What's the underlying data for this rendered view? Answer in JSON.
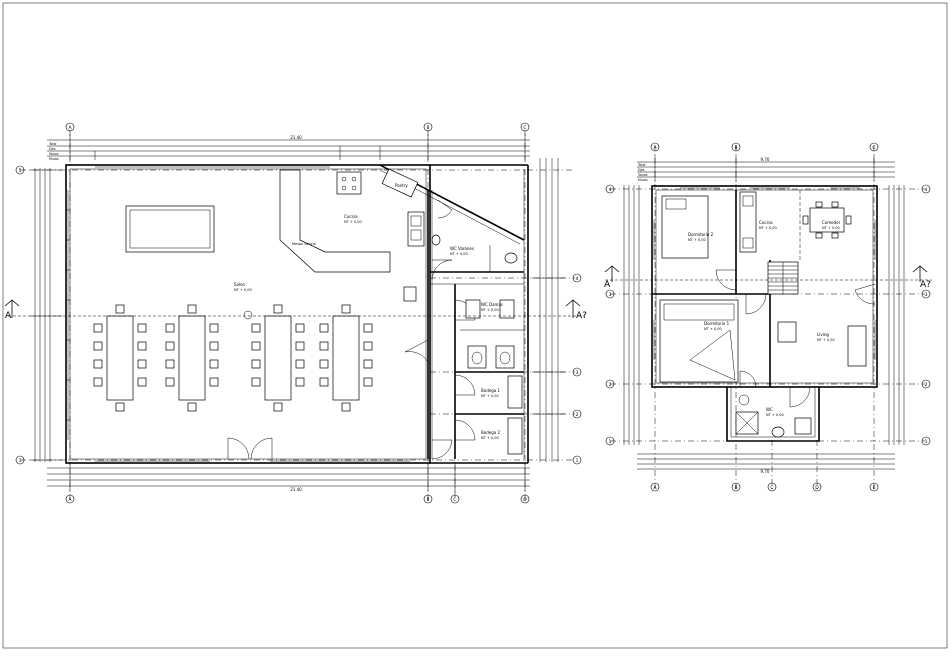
{
  "drawing": {
    "left_plan": {
      "top_grid": [
        "A",
        "B",
        "C"
      ],
      "bottom_grid": [
        "A",
        "B",
        "C",
        "D"
      ],
      "left_grid": [
        "5",
        "1"
      ],
      "right_grid": [
        "4",
        "3",
        "2",
        "1"
      ],
      "section_label": "A",
      "section_label_right": "A?",
      "top_total": "21.40",
      "bottom_total": "21.40",
      "rooms": [
        {
          "name": "Salon",
          "level": "NT + 0,00"
        },
        {
          "name": "Cocina",
          "level": "NT + 0,00"
        },
        {
          "name": "Pantry",
          "level": ""
        },
        {
          "name": "Meson cocina",
          "level": ""
        },
        {
          "name": "WC Varones",
          "level": "NT + 0,00"
        },
        {
          "name": "WC Damas",
          "level": "NT + 0,00"
        },
        {
          "name": "Bodega 1",
          "level": "NT + 0,00"
        },
        {
          "name": "Bodega 2",
          "level": "NT + 0,00"
        }
      ],
      "row_labels": [
        "Total",
        "Ejes",
        "Vanos",
        "Muros"
      ]
    },
    "right_plan": {
      "top_grid": [
        "A",
        "B",
        "C"
      ],
      "bottom_grid": [
        "A",
        "B",
        "C",
        "D",
        "E"
      ],
      "left_grid": [
        "4",
        "3",
        "2",
        "1"
      ],
      "right_grid": [
        "4",
        "3",
        "2",
        "1"
      ],
      "section_label": "A",
      "section_label_right": "A?",
      "top_total": "9.70",
      "bottom_total": "9.70",
      "rooms": [
        {
          "name": "Dormitorio 2",
          "level": "NT + 0,00"
        },
        {
          "name": "Cocina",
          "level": "NT + 0,00"
        },
        {
          "name": "Comedor",
          "level": "NT + 0,00"
        },
        {
          "name": "Dormitorio 1",
          "level": "NT + 0,00"
        },
        {
          "name": "Living",
          "level": "NT + 0,00"
        },
        {
          "name": "WC",
          "level": "NT + 0,00"
        }
      ],
      "row_labels": [
        "Total",
        "Ejes",
        "Vanos",
        "Muros"
      ]
    }
  }
}
